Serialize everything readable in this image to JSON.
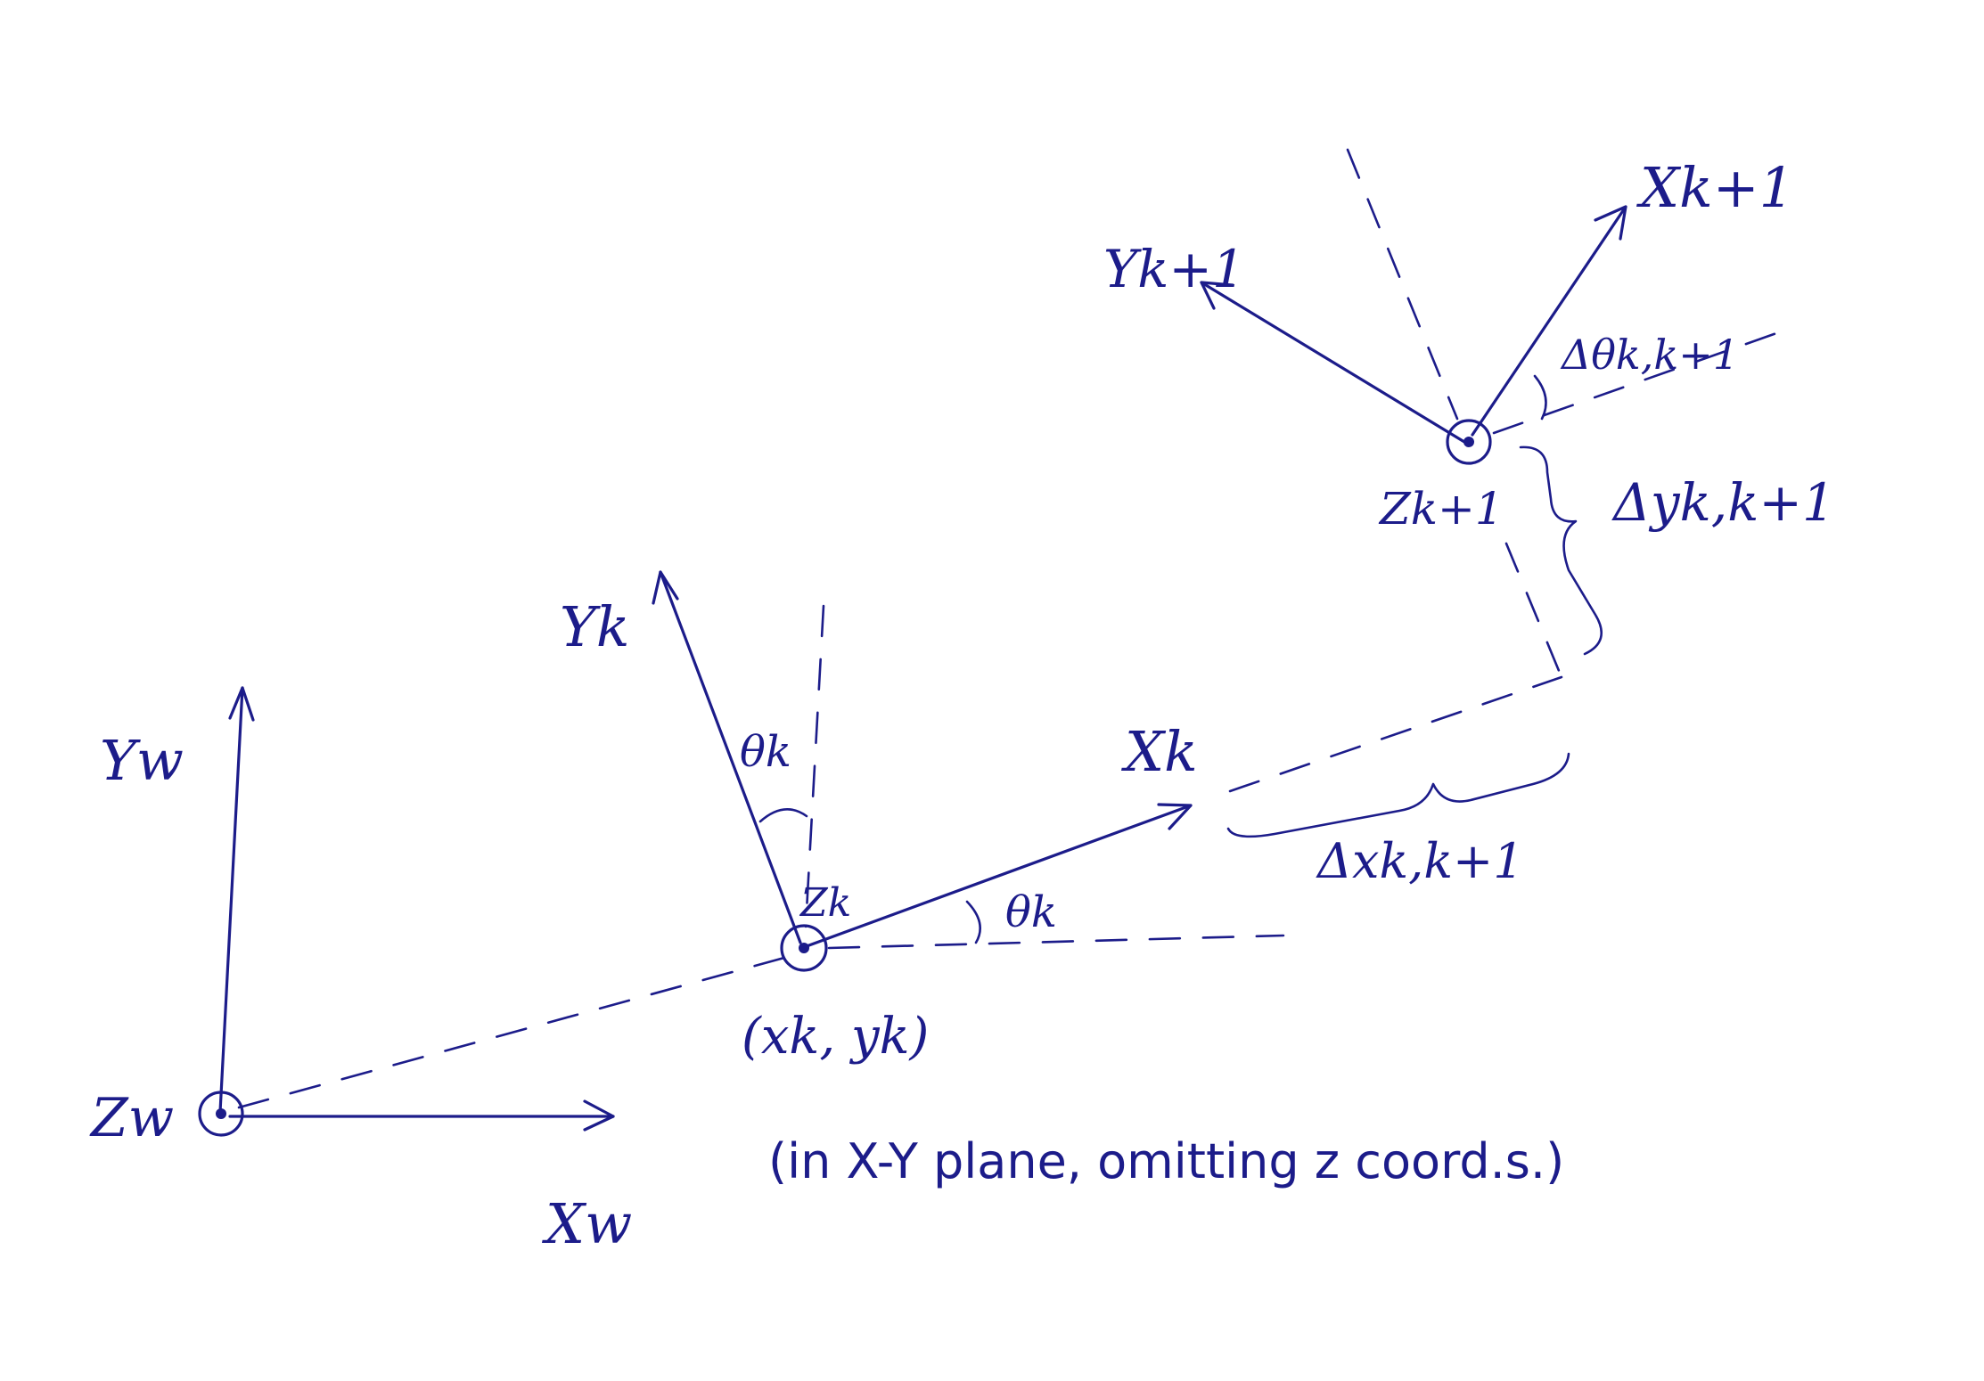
{
  "labels": {
    "world_y": "Yw",
    "world_x": "Xw",
    "world_z": "Zw",
    "frame_k_y": "Yk",
    "frame_k_x": "Xk",
    "frame_k_z": "Zk",
    "theta_k_vertical": "θk",
    "theta_k_horizontal": "θk",
    "pose_k": "(xk, yk)",
    "plane_note": "(in X-Y plane, omitting z coord.s.)",
    "frame_k1_y": "Yk+1",
    "frame_k1_x": "Xk+1",
    "frame_k1_z": "Zk+1",
    "delta_theta": "Δθk,k+1",
    "delta_y": "Δyk,k+1",
    "delta_x": "Δxk,k+1"
  },
  "colors": {
    "ink": "#1c1c8a",
    "paper": "#ffffff"
  }
}
